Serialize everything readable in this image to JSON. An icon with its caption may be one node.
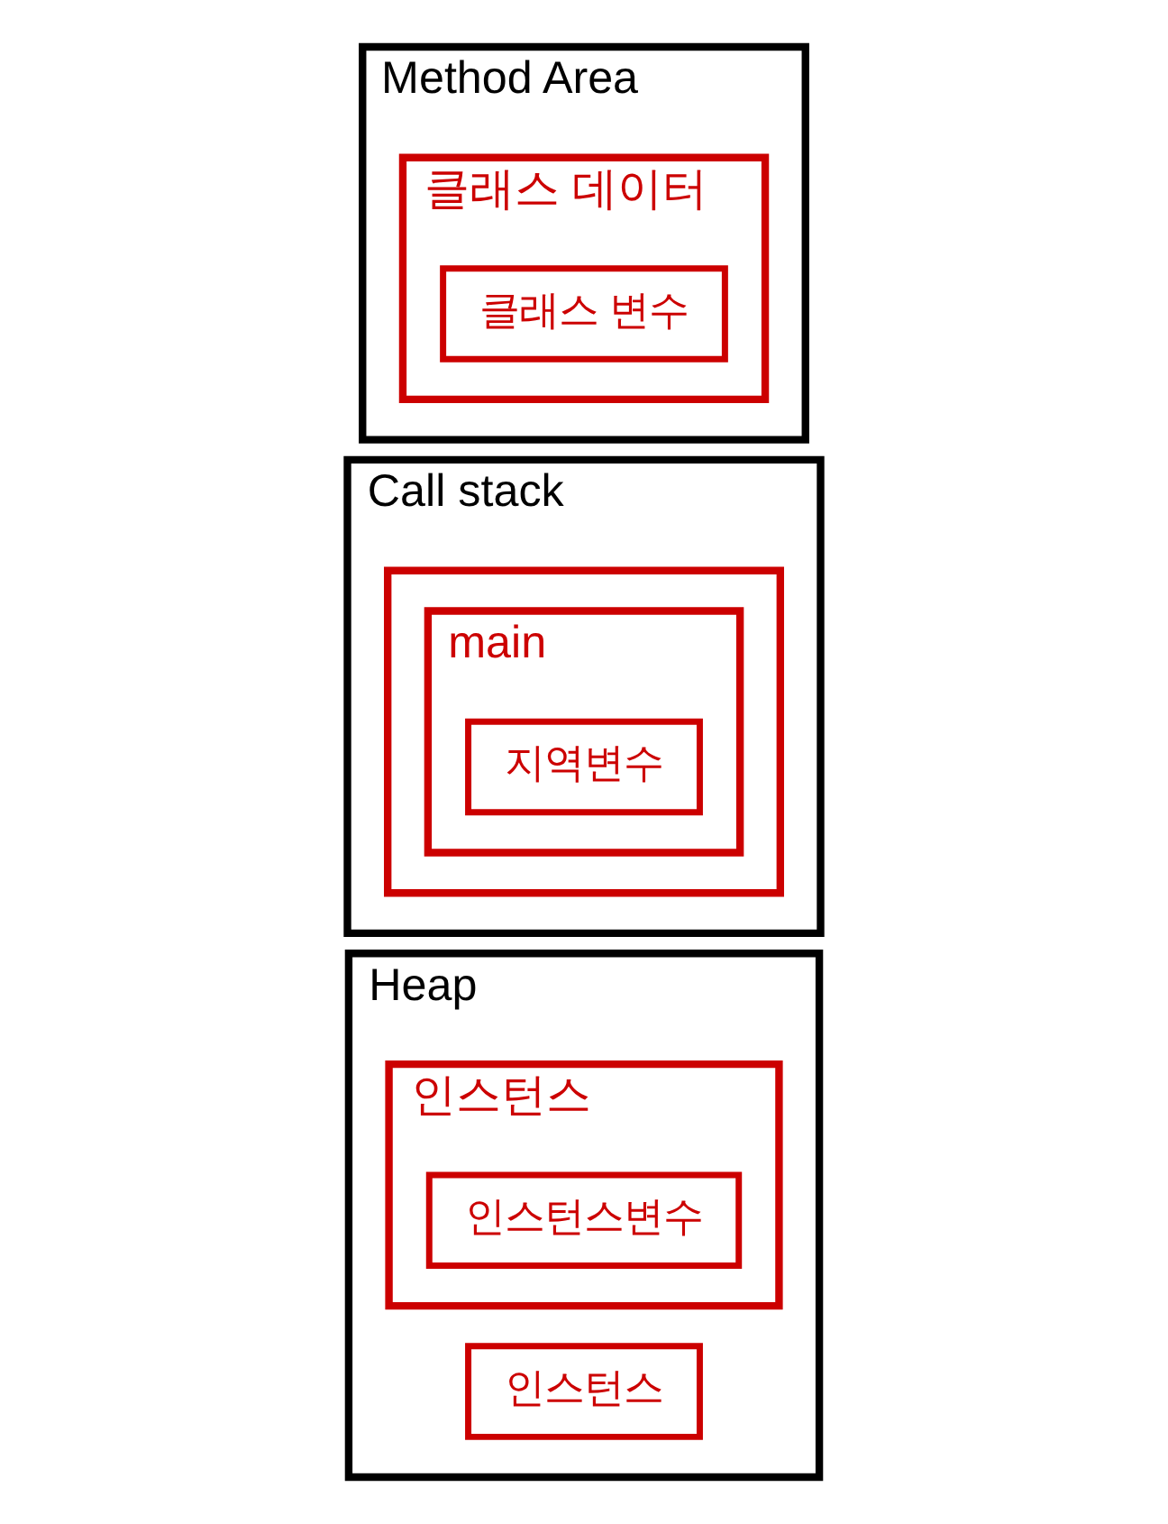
{
  "diagram": {
    "nodes": [
      {
        "text": [
          "Method Area"
        ]
      },
      {
        "text": [
          "클래스 데이터"
        ],
        "in": 0
      },
      {
        "text": [
          "클래스 변수"
        ],
        "in": 1
      },
      {
        "text": [
          "Call stack"
        ]
      },
      {
        "text": [],
        "shape": "box",
        "in": 3
      },
      {
        "text": [
          "main"
        ],
        "in": 4
      },
      {
        "text": [
          "지역변수"
        ],
        "in": 5
      },
      {
        "text": [
          "Heap"
        ]
      },
      {
        "text": [
          "인스턴스"
        ],
        "in": 7
      },
      {
        "text": [
          "인스턴스변수"
        ],
        "in": 8
      },
      {
        "text": [
          "인스턴스"
        ],
        "in": 7
      }
    ]
  }
}
